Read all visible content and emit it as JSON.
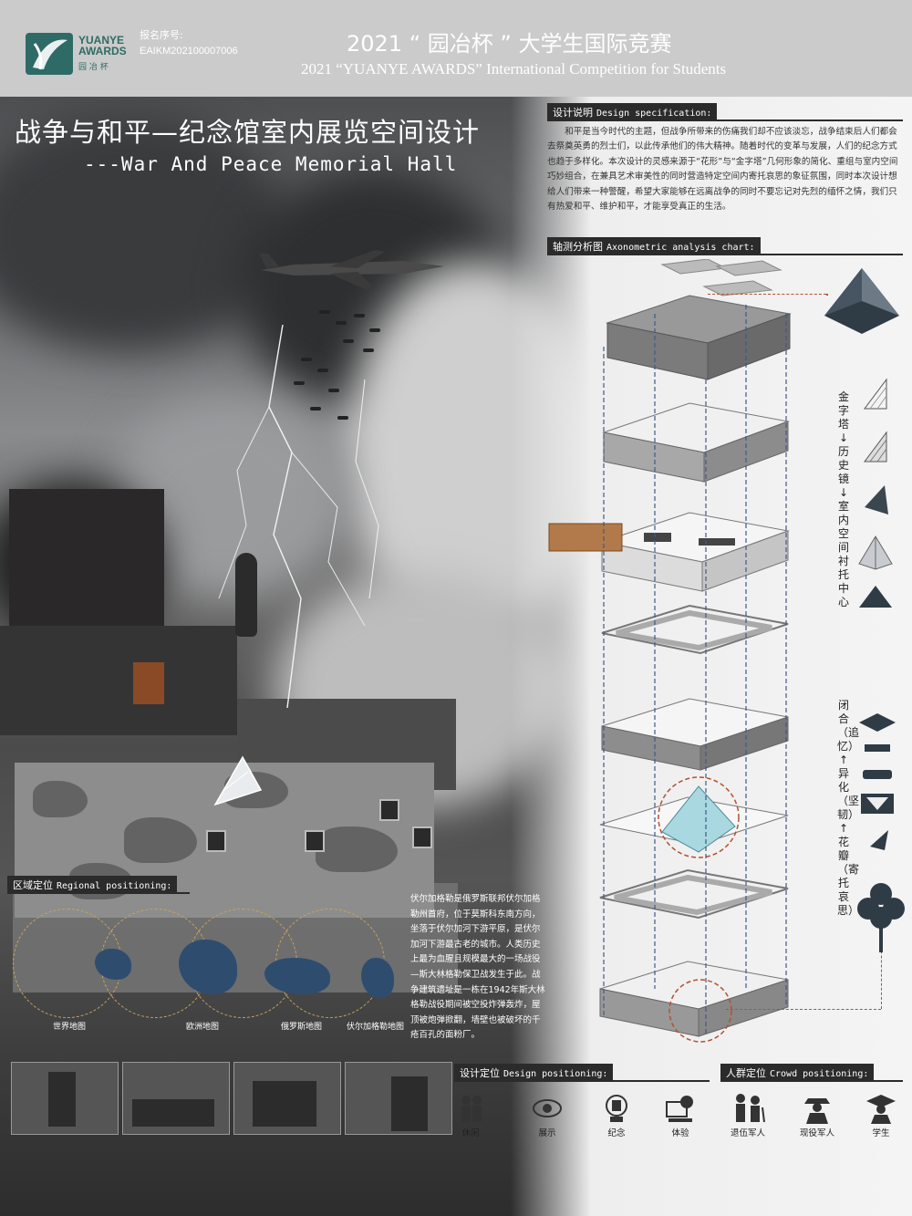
{
  "header": {
    "logo_line1": "YUANYE",
    "logo_line2": "AWARDS",
    "logo_sub": "园 冶 杯",
    "reg_label": "报名序号:",
    "reg_number": "EAIKM202100007006",
    "title_cn": "2021 “ 园冶杯 ” 大学生国际竞赛",
    "title_en": "2021 “YUANYE AWARDS” International Competition for  Students"
  },
  "poster": {
    "title_cn": "战争与和平—纪念馆室内展览空间设计",
    "title_en": "---War And Peace Memorial Hall"
  },
  "design_spec": {
    "heading_cn": "设计说明",
    "heading_en": "Design specification:",
    "text": "和平是当今时代的主题，但战争所带来的伤痛我们却不应该淡忘，战争结束后人们都会去祭奠英勇的烈士们，以此传承他们的伟大精神。随着时代的变革与发展，人们的纪念方式也趋于多样化。本次设计的灵感来源于“花形”与“金字塔”几何形象的简化、重组与室内空间巧妙组合，在兼具艺术审美性的同时营造特定空间内寄托哀思的象征氛围，同时本次设计想给人们带来一种警醒，希望大家能够在远离战争的同时不要忘记对先烈的缅怀之情，我们只有热爱和平、维护和平，才能享受真正的生活。"
  },
  "axon": {
    "heading_cn": "轴测分析图",
    "heading_en": "Axonometric analysis chart:",
    "pyramid_chain": "金字塔↓历史镜↓室内空间衬托中心",
    "flower_chain": "闭合（追忆）↑异化（坚韧）↑花瓣（寄托哀思）"
  },
  "regional": {
    "heading_cn": "区域定位",
    "heading_en": "Regional positioning:",
    "text": "伏尔加格勒是俄罗斯联邦伏尔加格勒州首府，位于莫斯科东南方向，坐落于伏尔加河下游平原，是伏尔加河下游最古老的城市。人类历史上最为血腥且规模最大的一场战役—斯大林格勒保卫战发生于此。战争建筑遗址是一栋在1942年斯大林格勒战役期间被空投炸弹轰炸，屋顶被炮弹掀翻，墙壁也被破坏的千疮百孔的面粉厂。",
    "maps": [
      "世界地图",
      "欧洲地图",
      "俄罗斯地图",
      "伏尔加格勒地图"
    ]
  },
  "design_position": {
    "heading_cn": "设计定位",
    "heading_en": "Design positioning:",
    "items": [
      "休闲",
      "展示",
      "纪念",
      "体验"
    ]
  },
  "crowd_position": {
    "heading_cn": "人群定位",
    "heading_en": "Crowd positioning:",
    "items": [
      "退伍军人",
      "现役军人",
      "学生"
    ]
  },
  "colors": {
    "brand": "#2f6b66",
    "header_bg": "#cbcbcb",
    "heading_bg": "#2b2b2b",
    "dashed_blue": "#3e5a8a",
    "dashed_red": "#b6502e"
  }
}
